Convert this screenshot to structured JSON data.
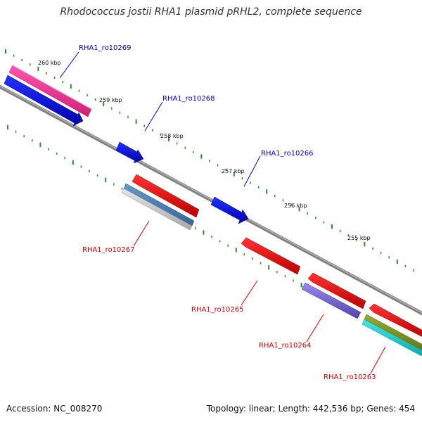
{
  "title": "Rhodococcus jostii RHA1 plasmid pRHL2, complete sequence",
  "footer": {
    "accession": "Accession: NC_008270",
    "summary": "Topology: linear; Length: 442,536 bp; Genes: 454"
  },
  "colors": {
    "forward_label": "#0000cc",
    "reverse_label": "#cc0000",
    "backbone": "#808080",
    "tick": "#2e8b2e"
  },
  "tick_labels": [
    "260 kbp",
    "259 kbp",
    "258 kbp",
    "257 kbp",
    "256 kbp",
    "255 kbp"
  ],
  "genes": [
    {
      "id": "RHA1_ro10269",
      "strand": "forward",
      "color": "#ff3399"
    },
    {
      "id": "RHA1_ro10268",
      "strand": "forward",
      "color": "#0000ff"
    },
    {
      "id": "RHA1_ro10266",
      "strand": "forward",
      "color": "#0000ff"
    },
    {
      "id": "RHA1_ro10267",
      "strand": "reverse",
      "color": "#ff0000"
    },
    {
      "id": "RHA1_ro10265",
      "strand": "reverse",
      "color": "#ff0000"
    },
    {
      "id": "RHA1_ro10264",
      "strand": "reverse",
      "color": "#7766dd"
    },
    {
      "id": "RHA1_ro10263",
      "strand": "reverse",
      "color": "#ff0000"
    }
  ]
}
